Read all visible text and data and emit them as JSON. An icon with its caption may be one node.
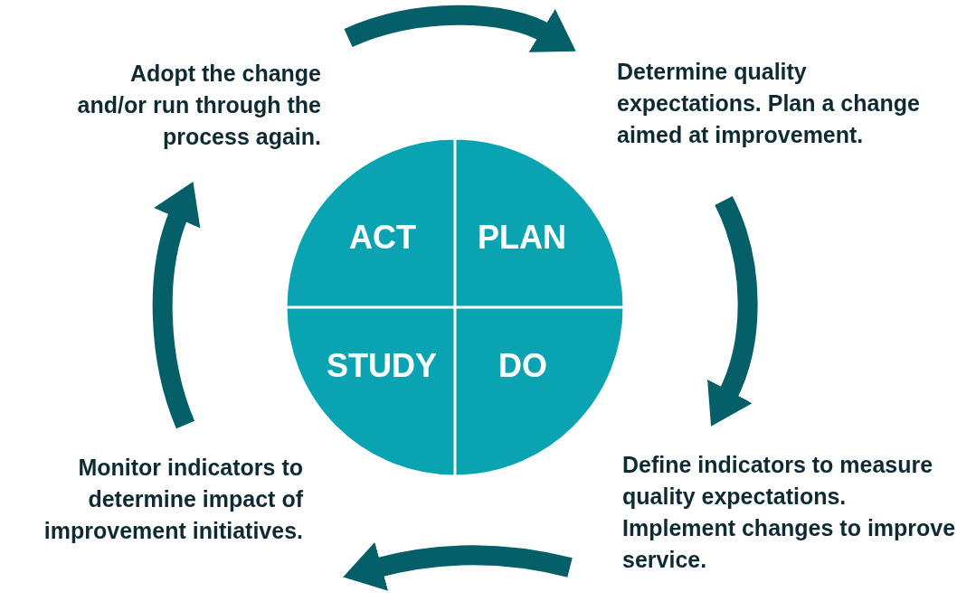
{
  "diagram": {
    "nodes": [
      {
        "text": [
          "Adopt the change and/or run through the process again."
        ]
      },
      {
        "text": [
          "Determine quality expectations. Plan a change aimed at improvement."
        ]
      },
      {
        "text": [
          "ACT"
        ]
      },
      {
        "text": [
          "PLAN"
        ]
      },
      {
        "text": [
          "STUDY"
        ]
      },
      {
        "text": [
          "DO"
        ]
      },
      {
        "text": [
          "Monitor indicators to determine impact of improvement initiatives."
        ]
      },
      {
        "text": [
          "Define indicators to measure quality expectations. Implement changes to improve service."
        ]
      }
    ],
    "edges": [
      {
        "from": 0,
        "to": 1,
        "arrow": "to"
      },
      {
        "from": 1,
        "to": 7,
        "arrow": "to"
      },
      {
        "from": 7,
        "to": 6,
        "arrow": "to"
      },
      {
        "from": 6,
        "to": 0,
        "arrow": "to"
      }
    ]
  }
}
